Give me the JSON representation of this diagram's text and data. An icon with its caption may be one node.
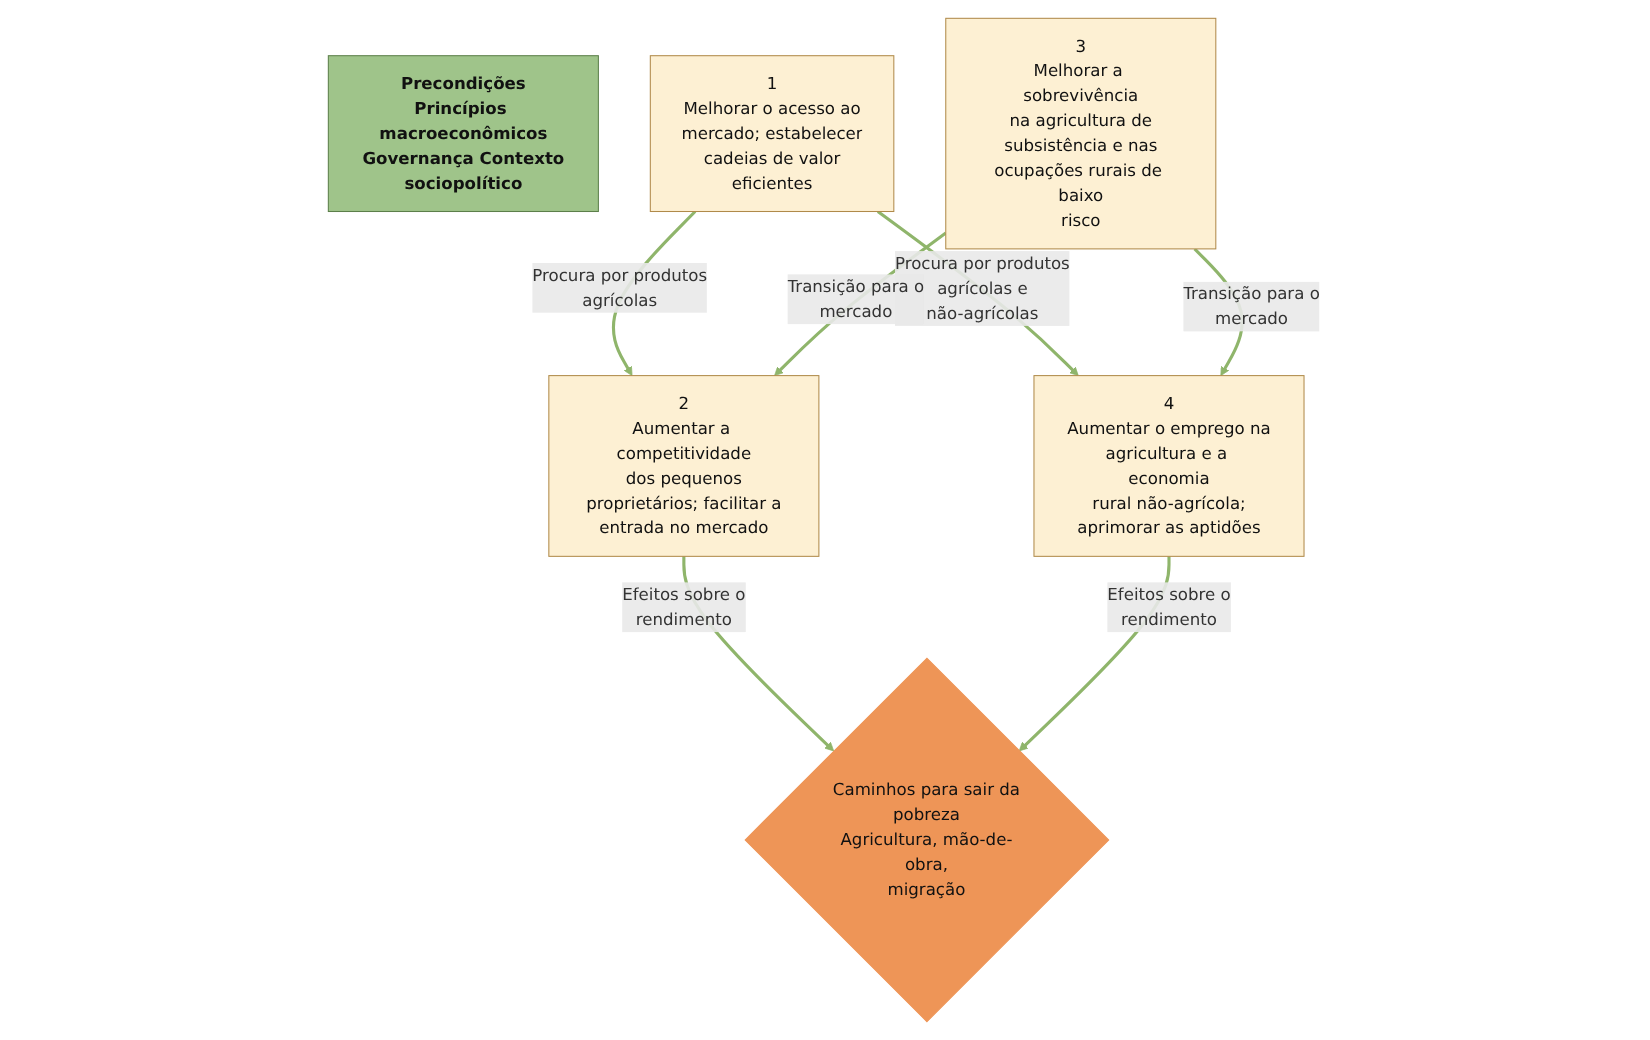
{
  "diagram": {
    "nodes": [
      {
        "text": [
          "Precondições",
          "Princípios macroeconômicos Governança Contexto sociopolítico"
        ]
      },
      {
        "text": [
          "1",
          "Melhorar o acesso ao mercado; estabelecer cadeias de valor eficientes"
        ]
      },
      {
        "text": [
          "2",
          "Aumentar a competitividade dos pequenos proprietários; facilitar a entrada no mercado"
        ]
      },
      {
        "text": [
          "Caminhos para sair da pobreza",
          "Agricultura, mão-de-obra, migração"
        ]
      },
      {
        "text": [
          "4",
          "Aumentar o emprego na agricultura e a economia rural não-agrícola; aprimorar as aptidões"
        ]
      },
      {
        "text": [
          "3",
          "Melhorar a sobrevivência na agricultura de subsistência e nas ocupações rurais de baixo risco"
        ]
      }
    ],
    "edges": [
      {
        "from": 1,
        "to": 2,
        "arrow": "to",
        "label": "Procura por produtos agrícolas"
      },
      {
        "from": 1,
        "to": 4,
        "arrow": "to",
        "label": "Procura por produtos agrícolas e não-agrícolas"
      },
      {
        "from": 2,
        "to": 3,
        "arrow": "to",
        "label": "Efeitos sobre o rendimento"
      },
      {
        "from": 4,
        "to": 3,
        "arrow": "to",
        "label": "Efeitos sobre o rendimento"
      },
      {
        "from": 5,
        "to": 2,
        "arrow": "to",
        "label": "Transição para o mercado"
      },
      {
        "from": 5,
        "to": 4,
        "arrow": "to",
        "label": "Transição para o mercado"
      }
    ]
  }
}
